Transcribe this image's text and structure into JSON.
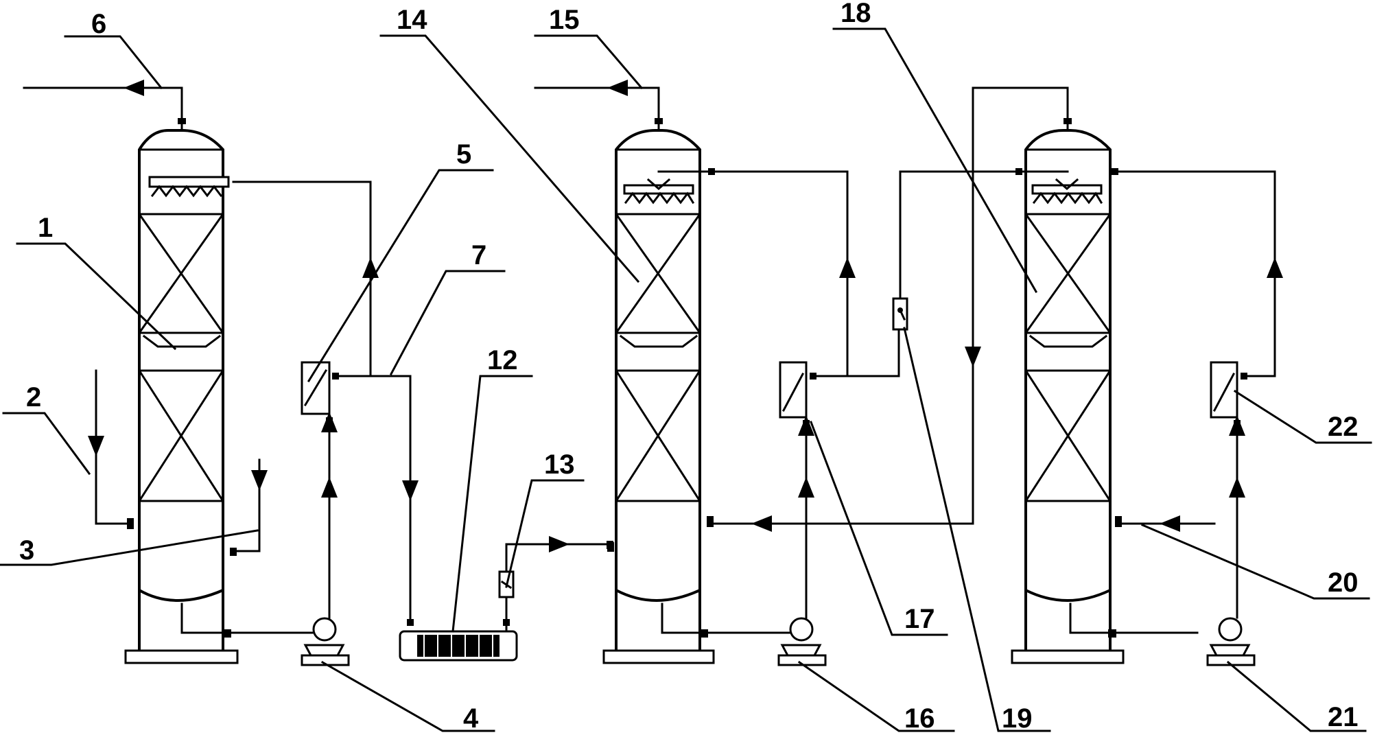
{
  "diagram": {
    "labels": {
      "l1": "1",
      "l2": "2",
      "l3": "3",
      "l4": "4",
      "l5": "5",
      "l6": "6",
      "l7": "7",
      "l12": "12",
      "l13": "13",
      "l14": "14",
      "l15": "15",
      "l16": "16",
      "l17": "17",
      "l18": "18",
      "l19": "19",
      "l20": "20",
      "l21": "21",
      "l22": "22"
    },
    "line_color": "#000000",
    "background": "#ffffff"
  }
}
